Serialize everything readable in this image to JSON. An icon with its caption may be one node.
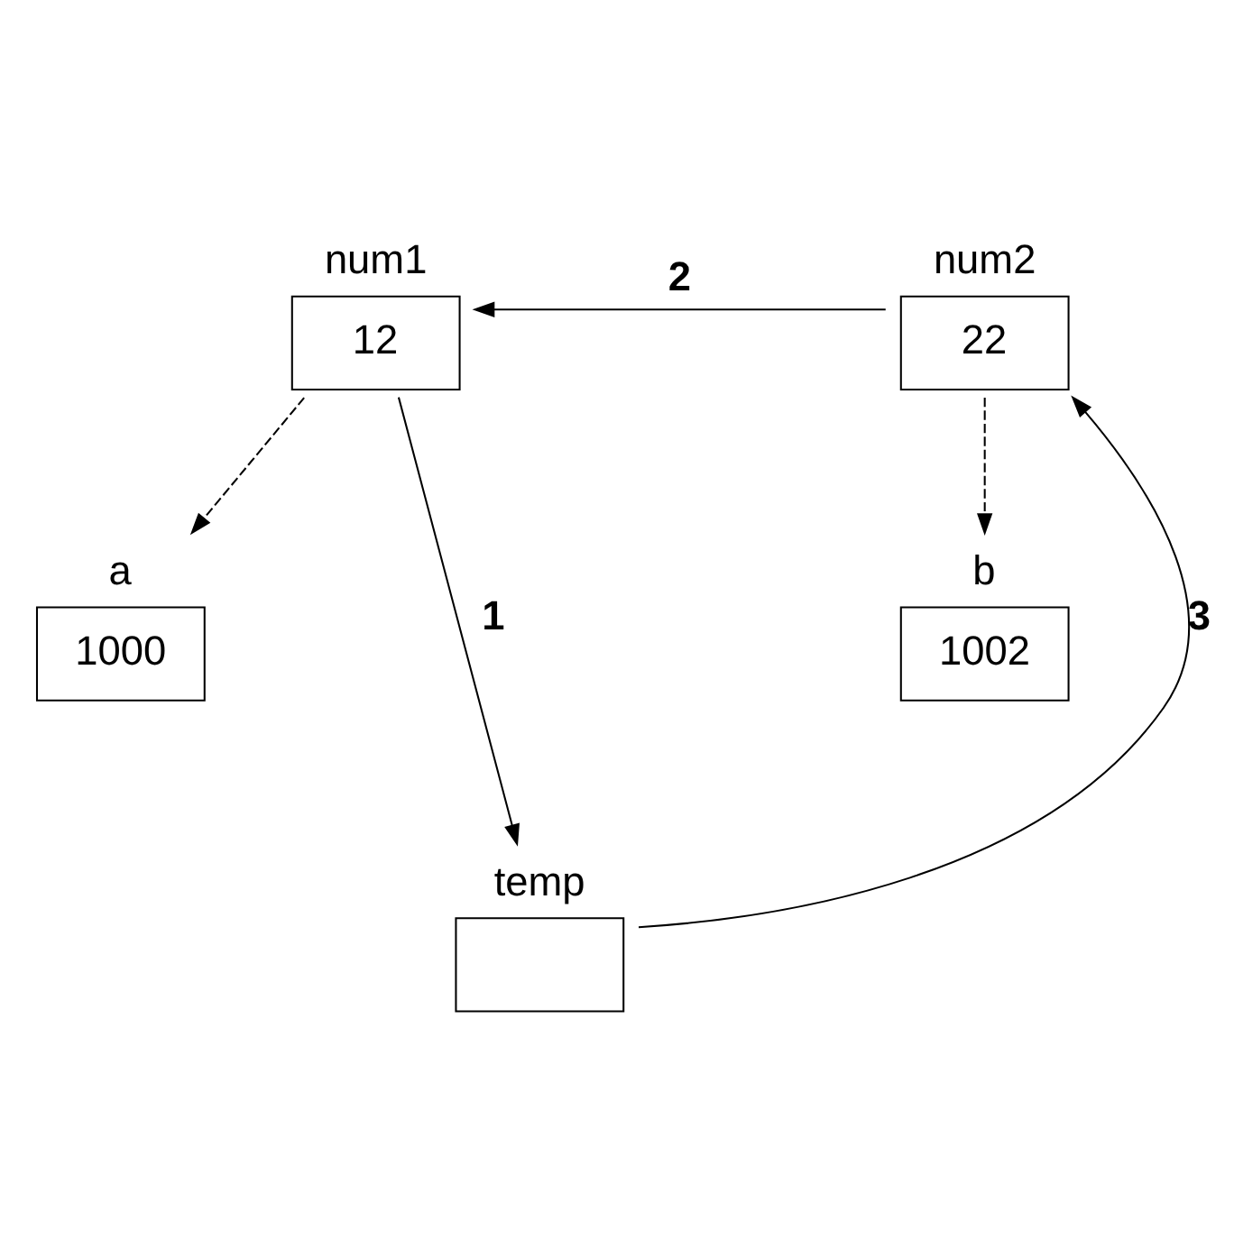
{
  "diagram": {
    "nodes": [
      {
        "text": [
          "num1",
          "12"
        ]
      },
      {
        "text": [
          "num2",
          "22"
        ]
      },
      {
        "text": [
          "a",
          "1000"
        ]
      },
      {
        "text": [
          "b",
          "1002"
        ]
      },
      {
        "text": [
          "temp"
        ]
      }
    ],
    "edges": [
      {
        "from": 0,
        "to": 2,
        "arrow": "to",
        "style": "dashed"
      },
      {
        "from": 1,
        "to": 3,
        "arrow": "to",
        "style": "dashed"
      },
      {
        "from": 0,
        "to": 4,
        "arrow": "to",
        "label": "1"
      },
      {
        "from": 1,
        "to": 0,
        "arrow": "to",
        "label": "2"
      },
      {
        "from": 4,
        "to": 1,
        "arrow": "to",
        "label": "3"
      }
    ]
  }
}
